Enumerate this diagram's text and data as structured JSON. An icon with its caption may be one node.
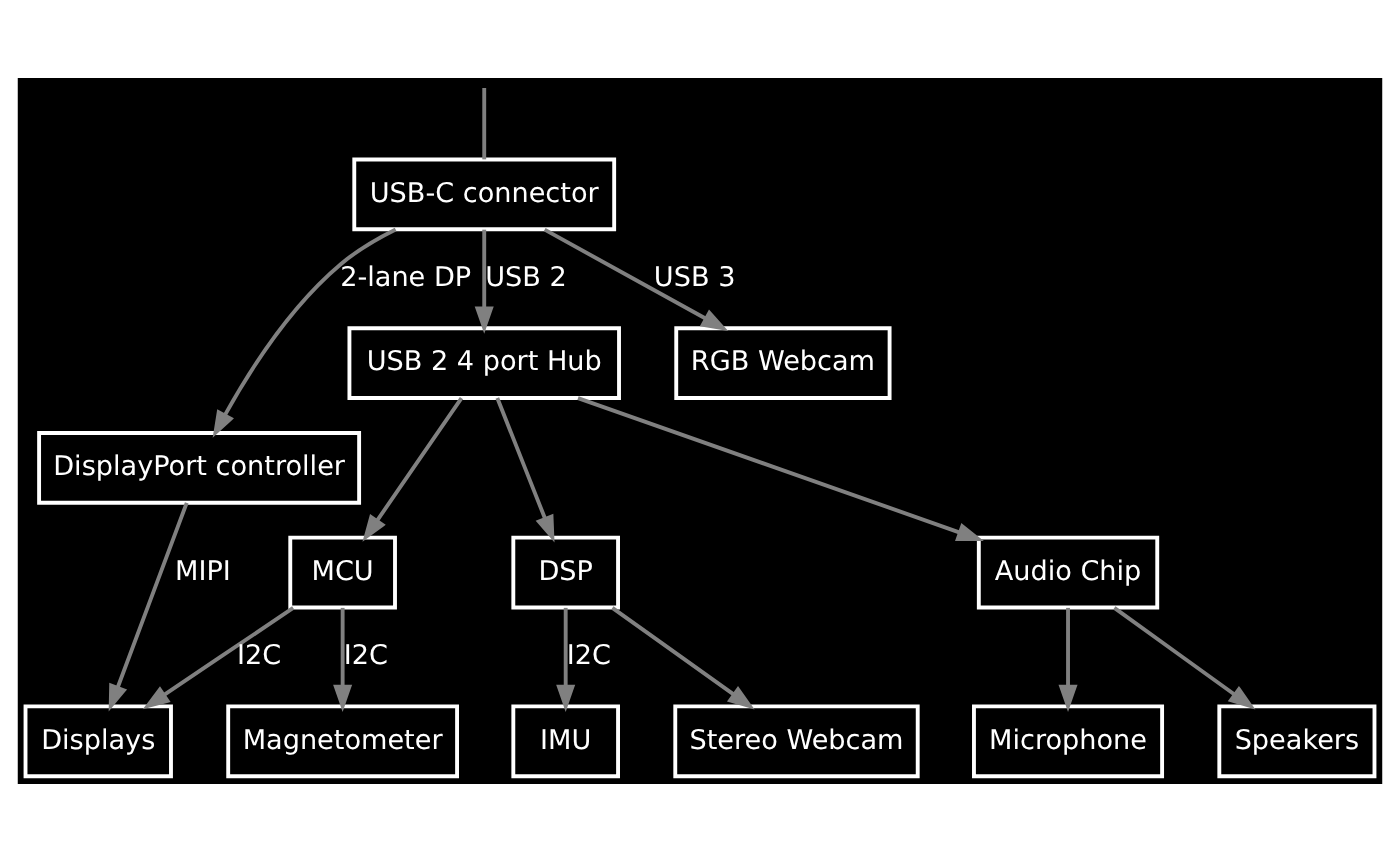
{
  "diagram": {
    "nodes": [
      {
        "text": [
          "USB-C connector"
        ]
      },
      {
        "text": [
          "DisplayPort controller"
        ]
      },
      {
        "text": [
          "USB 2 4 port Hub"
        ]
      },
      {
        "text": [
          "RGB Webcam"
        ]
      },
      {
        "text": [
          "Displays"
        ]
      },
      {
        "text": [
          "MCU"
        ]
      },
      {
        "text": [
          "DSP"
        ]
      },
      {
        "text": [
          "Audio Chip"
        ]
      },
      {
        "text": [
          "Magnetometer"
        ]
      },
      {
        "text": [
          "IMU"
        ]
      },
      {
        "text": [
          "Stereo Webcam"
        ]
      },
      {
        "text": [
          "Microphone"
        ]
      },
      {
        "text": [
          "Speakers"
        ]
      }
    ],
    "edges": [
      {
        "from": null,
        "to": 0,
        "arrow": "none"
      },
      {
        "from": 0,
        "to": 1,
        "arrow": "to",
        "label": "2-lane DP"
      },
      {
        "from": 0,
        "to": 2,
        "arrow": "to",
        "label": "USB 2"
      },
      {
        "from": 0,
        "to": 3,
        "arrow": "to",
        "label": "USB 3"
      },
      {
        "from": 1,
        "to": 4,
        "arrow": "to",
        "label": "MIPI"
      },
      {
        "from": 2,
        "to": 5,
        "arrow": "to"
      },
      {
        "from": 2,
        "to": 6,
        "arrow": "to"
      },
      {
        "from": 2,
        "to": 7,
        "arrow": "to"
      },
      {
        "from": 5,
        "to": 4,
        "arrow": "to",
        "label": "I2C"
      },
      {
        "from": 5,
        "to": 8,
        "arrow": "to",
        "label": "I2C"
      },
      {
        "from": 6,
        "to": 9,
        "arrow": "to",
        "label": "I2C"
      },
      {
        "from": 6,
        "to": 10,
        "arrow": "to"
      },
      {
        "from": 7,
        "to": 11,
        "arrow": "to"
      },
      {
        "from": 7,
        "to": 12,
        "arrow": "to"
      }
    ]
  }
}
